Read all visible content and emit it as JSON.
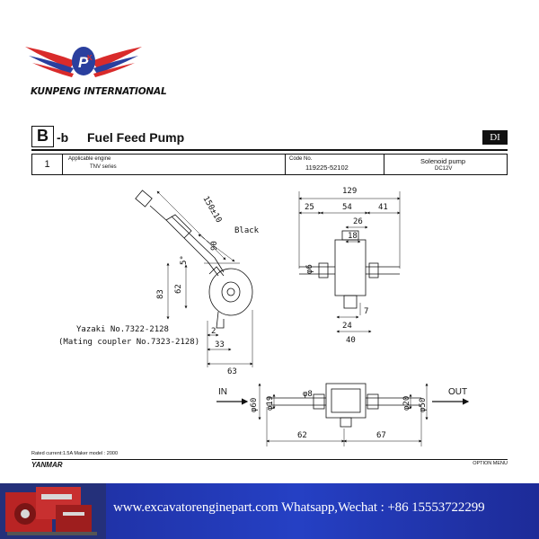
{
  "company": {
    "name": "KUNPENG INTERNATIONAL",
    "logo_icon": "kp-wings-logo-icon",
    "colors": {
      "red": "#d92b2b",
      "blue": "#2a3f9e"
    }
  },
  "sheet": {
    "section_letter": "B",
    "section_sub": "-b",
    "title": "Fuel Feed Pump",
    "badge": "DI",
    "row_number": "1",
    "applicable_label": "Applicable engine",
    "applicable_value": "TNV series",
    "code_label": "Code No.",
    "code_value": "119225-52102",
    "type_value": "Solenoid pump",
    "voltage": "DC12V",
    "rated_note": "Rated current:1.5A     Maker model : 2000",
    "brand": "YANMAR",
    "option_label": "OPTION MENU"
  },
  "drawing": {
    "dims_left": {
      "lead": "150±10",
      "wire_color": "Black",
      "d90": "90",
      "d62": "62",
      "d83": "83",
      "d2": "2",
      "d33": "33",
      "d63": "63",
      "angle": "5°"
    },
    "connector_notes": [
      "Yazaki No.7322-2128",
      "(Mating coupler No.7323-2128)"
    ],
    "dims_right": {
      "d129": "129",
      "d25": "25",
      "d54": "54",
      "d41": "41",
      "d26": "26",
      "d18": "18",
      "phi6": "φ6",
      "d7": "7",
      "d24": "24",
      "d40": "40"
    },
    "dims_bottom": {
      "in": "IN",
      "out": "OUT",
      "phi60": "φ60",
      "phi19": "φ19",
      "phi8": "φ8",
      "phi20": "φ20",
      "phi50": "φ50",
      "d62": "62",
      "d67": "67"
    }
  },
  "banner": {
    "text": "www.excavatorenginepart.com Whatsapp,Wechat : +86 15553722299",
    "image_icon": "diesel-engine-photo-icon",
    "color": "#2540c4"
  }
}
